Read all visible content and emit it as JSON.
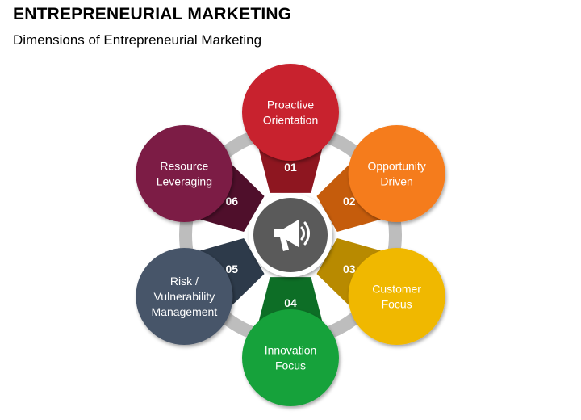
{
  "header": {
    "title": "ENTREPRENEURIAL MARKETING",
    "subtitle": "Dimensions of Entrepreneurial Marketing"
  },
  "center": {
    "icon": "megaphone-icon",
    "color": "#5a5a5a"
  },
  "ring_color": "#bdbdbd",
  "items": [
    {
      "number": "01",
      "lines": [
        "Proactive",
        "Orientation"
      ],
      "color": "#c8202d",
      "wedge_color": "#8e1620"
    },
    {
      "number": "02",
      "lines": [
        "Opportunity",
        "Driven"
      ],
      "color": "#f57c1f",
      "wedge_color": "#c55c0c"
    },
    {
      "number": "03",
      "lines": [
        "Customer",
        "Focus"
      ],
      "color": "#f0b800",
      "wedge_color": "#b88a00"
    },
    {
      "number": "04",
      "lines": [
        "Innovation",
        "Focus"
      ],
      "color": "#16a23a",
      "wedge_color": "#0d6e26"
    },
    {
      "number": "05",
      "lines": [
        "Risk /",
        "Vulnerability",
        "Management"
      ],
      "color": "#475569",
      "wedge_color": "#2d3a4a"
    },
    {
      "number": "06",
      "lines": [
        "Resource",
        "Leveraging"
      ],
      "color": "#7b1f45",
      "wedge_color": "#4f0f2b"
    }
  ]
}
